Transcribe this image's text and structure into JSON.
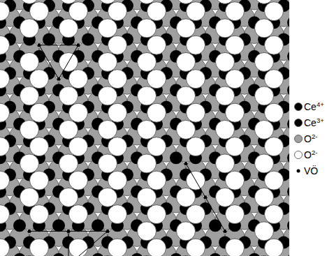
{
  "diagram": {
    "legend": [
      {
        "text": "Ce4+",
        "color": "#000000"
      },
      {
        "text": "Ce3+",
        "color": "#000000"
      },
      {
        "text": "O2-",
        "color": "#a0a0a0"
      },
      {
        "text": "O2-",
        "color": "#ffffff"
      },
      {
        "text": "VÖ",
        "color": "#000000"
      }
    ]
  }
}
